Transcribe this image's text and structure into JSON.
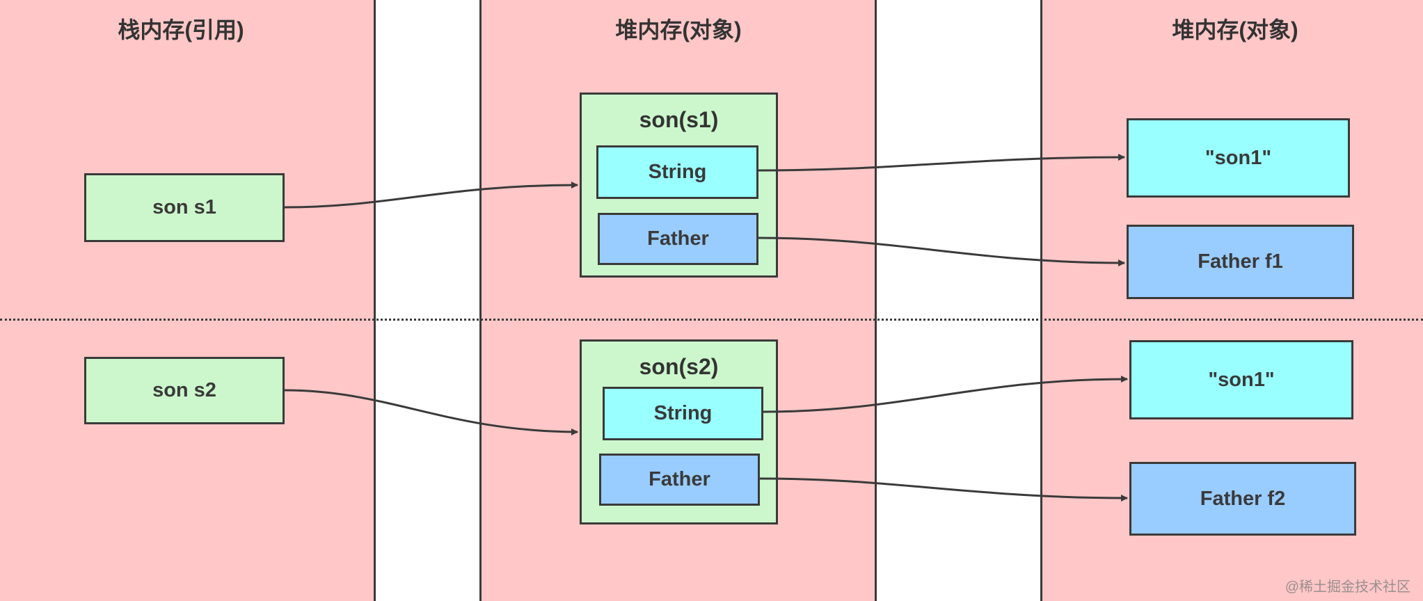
{
  "columns": {
    "stack_title": "栈内存(引用)",
    "heap1_title": "堆内存(对象)",
    "heap2_title": "堆内存(对象)"
  },
  "references": {
    "s1": "son s1",
    "s2": "son s2"
  },
  "objects": {
    "son1": {
      "title": "son(s1)",
      "field_string": "String",
      "field_father": "Father"
    },
    "son2": {
      "title": "son(s2)",
      "field_string": "String",
      "field_father": "Father"
    }
  },
  "targets": {
    "str1": "\"son1\"",
    "father1": "Father f1",
    "str2": "\"son1\"",
    "father2": "Father f2"
  },
  "watermark": "@稀土掘金技术社区",
  "colors": {
    "region_background": "#ffc7c7",
    "reference_fill": "#ccf7cc",
    "string_fill": "#99ffff",
    "father_fill": "#99ccff",
    "stroke": "#3a3a3a"
  }
}
